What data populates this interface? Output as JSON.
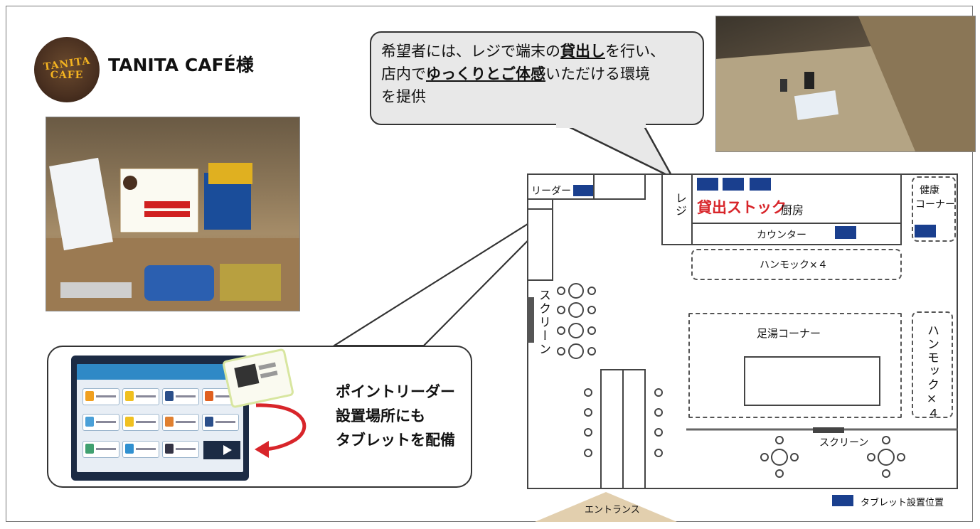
{
  "header": {
    "logo_text": [
      "TANITA",
      "CAFE"
    ],
    "title": "TANITA CAFÉ様"
  },
  "bubble": {
    "line1_a": "希望者には、レジで端末の",
    "line1_b": "貸出し",
    "line1_c": "を行い、",
    "line2_a": "店内で",
    "line2_b": "ゆっくりとご体感",
    "line2_c": "いただける環境",
    "line3": "を提供"
  },
  "callout": {
    "lines": [
      "ポイントリーダー",
      "設置場所にも",
      "タブレットを配備"
    ]
  },
  "floorplan": {
    "reader": "リーダー",
    "register": "レジ",
    "lending_stock": "貸出ストック",
    "kitchen": "厨房",
    "counter": "カウンター",
    "health_corner": [
      "健康",
      "コーナー"
    ],
    "hammock_top": "ハンモック×４",
    "foot_bath": "足湯コーナー",
    "hammock_side": "ハンモック×４",
    "screen_left": "スクリーン",
    "screen_bottom": "スクリーン",
    "entrance": "エントランス",
    "legend_label": "タブレット設置位置"
  },
  "colors": {
    "tablet_marker": "#1a3f8e",
    "lending_stock_text": "#d8252a",
    "arrow": "#d8252a",
    "entrance": "#e2cfae"
  }
}
